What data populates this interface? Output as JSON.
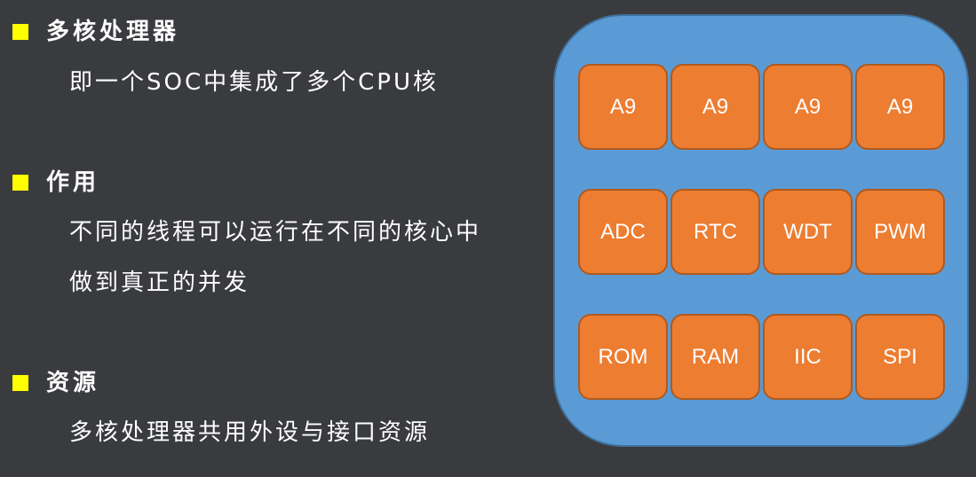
{
  "colors": {
    "background": "#3a3b3f",
    "bullet": "#ffff00",
    "text": "#ffffff",
    "soc_fill": "#5b9bd5",
    "soc_border": "#41719c",
    "block_fill": "#ed7d31",
    "block_border": "#ae5a21"
  },
  "sections": [
    {
      "heading": "多核处理器",
      "lines": [
        "即一个SOC中集成了多个CPU核"
      ]
    },
    {
      "heading": "作用",
      "lines": [
        "不同的线程可以运行在不同的核心中",
        "做到真正的并发"
      ]
    },
    {
      "heading": "资源",
      "lines": [
        "多核处理器共用外设与接口资源"
      ]
    }
  ],
  "soc": {
    "rows": [
      [
        "A9",
        "A9",
        "A9",
        "A9"
      ],
      [
        "ADC",
        "RTC",
        "WDT",
        "PWM"
      ],
      [
        "ROM",
        "RAM",
        "IIC",
        "SPI"
      ]
    ]
  }
}
